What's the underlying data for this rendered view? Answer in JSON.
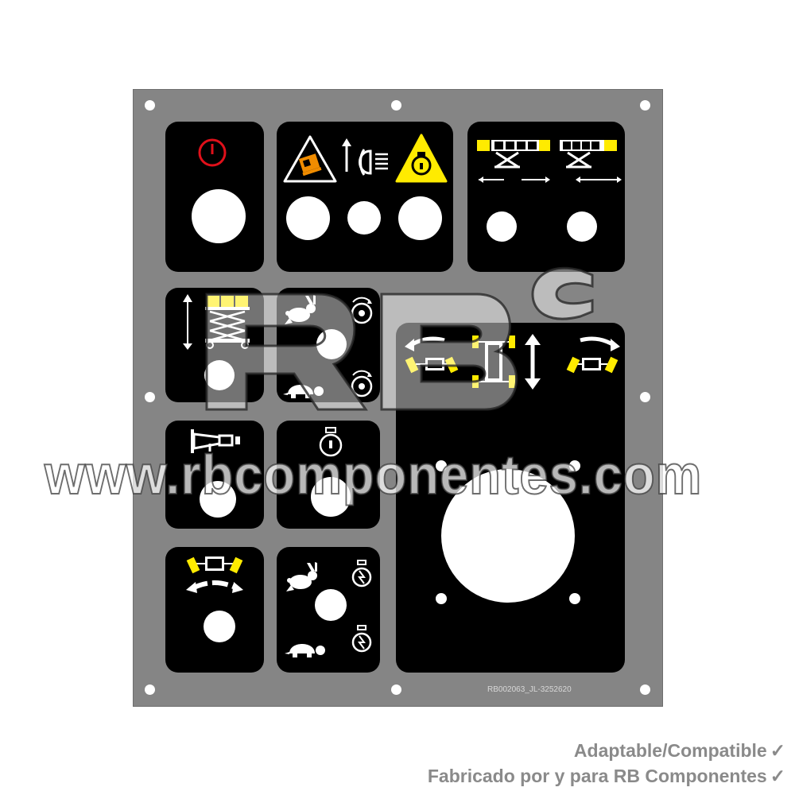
{
  "panel": {
    "part_code": "RB002063_JL-3252620",
    "colors": {
      "plate": "#858585",
      "panel": "#000000",
      "button": "#ffffff",
      "accent_yellow": "#ffeb00",
      "warning_orange": "#f08c00",
      "power_red": "#e0101a"
    },
    "icons": [
      "power-icon",
      "tilt-alarm-icon",
      "headlight-up-icon",
      "engine-warning-icon",
      "platform-extend-icon",
      "platform-retract-icon",
      "lift-up-down-icon",
      "rabbit-icon",
      "turtle-icon",
      "drive-rotation-icon",
      "steer-left-icon",
      "axle-oscillate-icon",
      "steer-right-icon",
      "horn-icon",
      "engine-start-icon",
      "steer-swing-icon"
    ]
  },
  "watermark": {
    "logo_letters": "RB",
    "logo_superscript": "c",
    "url": "www.rbcomponentes.com"
  },
  "footer": {
    "line1": "Adaptable/Compatible",
    "line2": "Fabricado por y para RB Componentes",
    "check": "✓"
  }
}
